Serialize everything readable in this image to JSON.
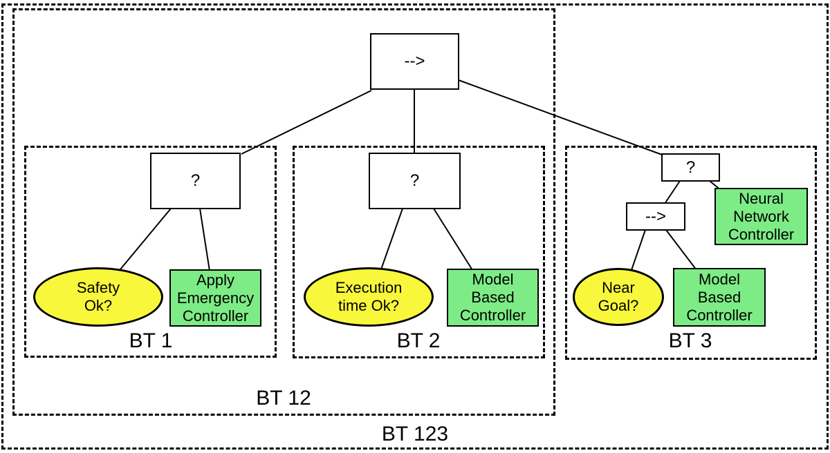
{
  "figure": {
    "root": {
      "label": "-->"
    },
    "bt1": {
      "group_label": "BT 1",
      "fallback_label": "?",
      "condition_label": "Safety\nOk?",
      "action_label": "Apply\nEmergency\nController"
    },
    "bt2": {
      "group_label": "BT 2",
      "fallback_label": "?",
      "condition_label": "Execution\ntime Ok?",
      "action_label": "Model\nBased\nController"
    },
    "bt3": {
      "group_label": "BT 3",
      "fallback_label": "?",
      "sequence_label": "-->",
      "condition_label": "Near\nGoal?",
      "action_model_label": "Model\nBased\nController",
      "action_nn_label": "Neural\nNetwork\nController"
    },
    "bt12": {
      "group_label": "BT 12"
    },
    "bt123": {
      "group_label": "BT 123"
    },
    "colors": {
      "condition_fill": "#f9f73b",
      "action_fill": "#7dec86",
      "line_color": "#000000",
      "background": "#ffffff"
    }
  }
}
